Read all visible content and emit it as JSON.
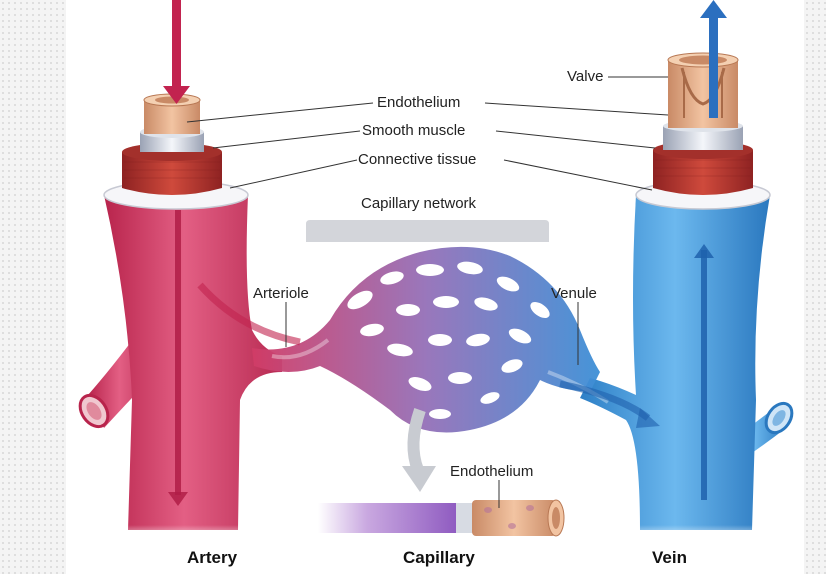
{
  "labels": {
    "valve": "Valve",
    "endothelium_top": "Endothelium",
    "smooth_muscle": "Smooth muscle",
    "connective_tissue": "Connective tissue",
    "capillary_network": "Capillary network",
    "arteriole": "Arteriole",
    "venule": "Venule",
    "endothelium_capillary": "Endothelium",
    "artery": "Artery",
    "capillary": "Capillary",
    "vein": "Vein"
  },
  "colors": {
    "artery": "#d8436b",
    "vein": "#3d9ad9",
    "endothelium": "#e8b08a",
    "smooth_muscle": "#b8352e",
    "connective_tissue": "#f2f2f6"
  }
}
